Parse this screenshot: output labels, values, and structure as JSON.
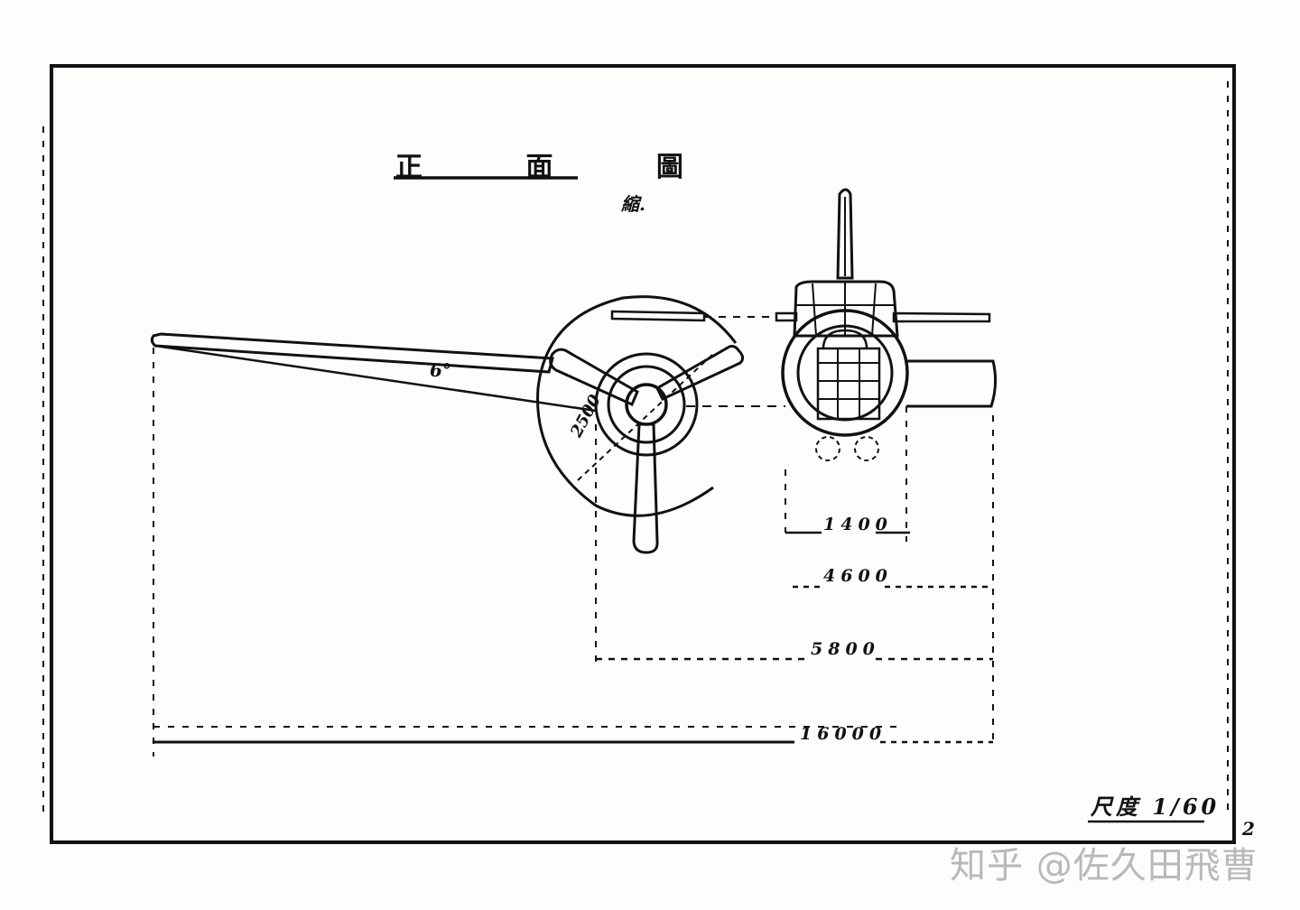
{
  "drawing": {
    "title": "正 面 圖",
    "subtitle": "縮.",
    "dimensions": [
      "1400",
      "4600",
      "5800",
      "16000"
    ],
    "propeller_diameter": "2500",
    "dihedral": "6°",
    "scale_note": "尺度 1/60",
    "page_number": "2"
  },
  "watermark": "知乎 @佐久田飛曹",
  "colors": {
    "ink": "#111111",
    "paper": "#fdfdfb",
    "watermark": "#b9b9b9"
  }
}
